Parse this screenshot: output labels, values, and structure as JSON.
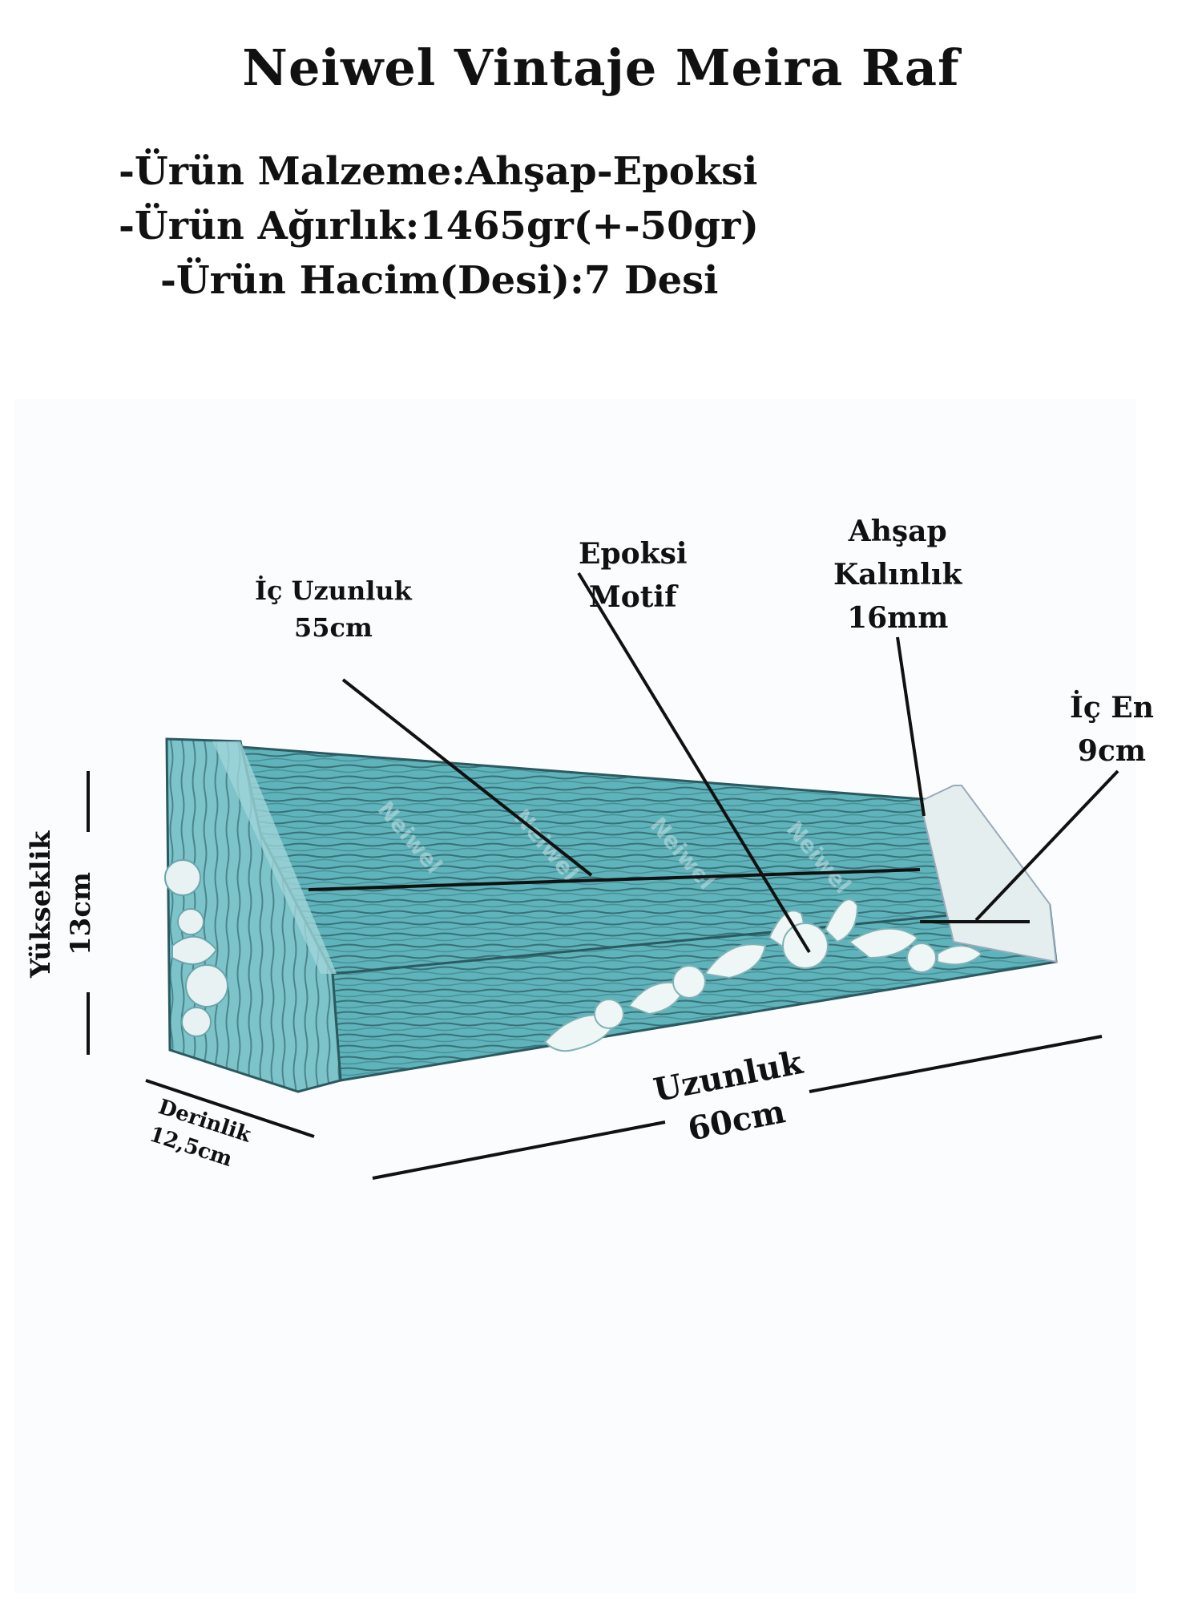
{
  "title": "Neiwel Vintaje Meira Raf",
  "specs": {
    "material": "-Ürün Malzeme:Ahşap-Epoksi",
    "weight": "-Ürün Ağırlık:1465gr(+-50gr)",
    "volume": "-Ürün Hacim(Desi):7 Desi"
  },
  "labels": {
    "inner_length": {
      "line1": "İç Uzunluk",
      "line2": "55cm"
    },
    "epoxy": {
      "line1": "Epoksi",
      "line2": "Motif"
    },
    "wood_thickness": {
      "line1": "Ahşap",
      "line2": "Kalınlık",
      "line3": "16mm"
    },
    "inner_width": {
      "line1": "İç En",
      "line2": "9cm"
    },
    "height": {
      "line1": "Yükseklik",
      "line2": "13cm"
    },
    "depth": {
      "line1": "Derinlik",
      "line2": "12,5cm"
    },
    "length": {
      "line1": "Uzunluk",
      "line2": "60cm"
    }
  },
  "watermark": "Neiwel",
  "colors": {
    "wood_teal": "#5fb3bb",
    "wood_dark": "#2a5a60",
    "ornament": "#e8f2f2",
    "lines": "#111111"
  }
}
